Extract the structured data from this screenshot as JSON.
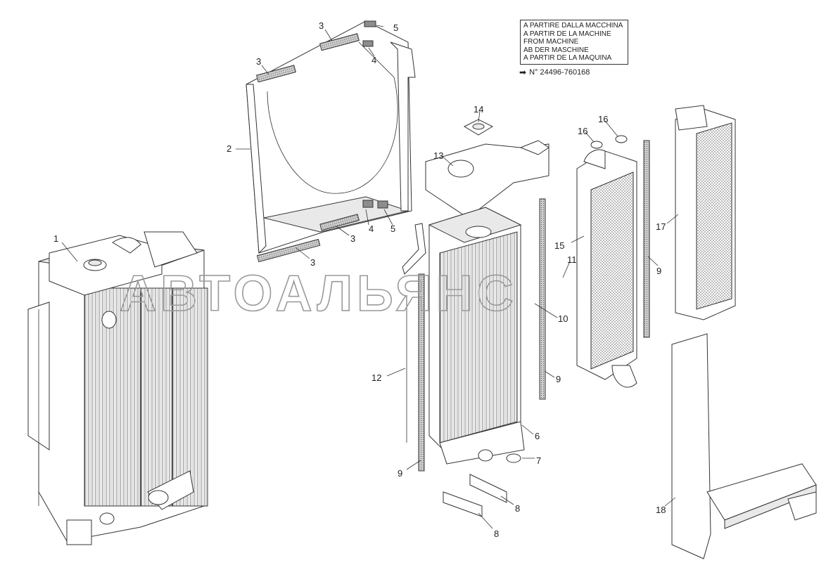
{
  "note_box": {
    "lines": [
      "A PARTIRE DALLA MACCHINA",
      "A PARTIR DE LA MACHINE",
      "FROM MACHINE",
      "AB DER MASCHINE",
      "A PARTIR DE LA MAQUINA"
    ],
    "serial_arrow_icon": "arrow-right-icon",
    "serial": "N° 24496-760168"
  },
  "watermark": "АВТОАЛЬЯНС",
  "callouts": [
    "1",
    "2",
    "3",
    "3",
    "3",
    "3",
    "4",
    "4",
    "5",
    "5",
    "6",
    "7",
    "8",
    "8",
    "9",
    "9",
    "9",
    "10",
    "11",
    "12",
    "13",
    "14",
    "15",
    "16",
    "16",
    "17",
    "18"
  ]
}
